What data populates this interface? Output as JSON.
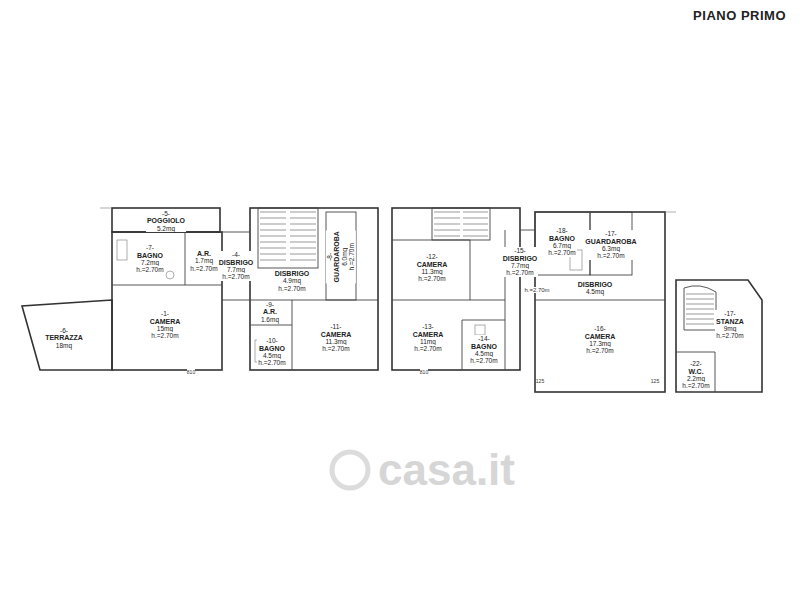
{
  "diagram": {
    "title": "PIANO PRIMO",
    "nodes": [
      {
        "text": [
          "-5-",
          "POGGIOLO",
          "5.2mq"
        ]
      },
      {
        "text": [
          "-6-",
          "TERRAZZA",
          "18mq"
        ]
      },
      {
        "text": [
          "-7-",
          "BAGNO",
          "7.2mq",
          "h.=2.70m"
        ]
      },
      {
        "text": [
          "A.R.",
          "1.7mq",
          "h.=2.70m"
        ]
      },
      {
        "text": [
          "-1-",
          "CAMERA",
          "15mq",
          "h.=2.70m"
        ]
      },
      {
        "text": [
          "-4-",
          "DISBRIGO",
          "7.7mq",
          "h.=2.70m"
        ]
      },
      {
        "text": [
          "DISBRIGO",
          "4.9mq",
          "h.=2.70m"
        ]
      },
      {
        "text": [
          "-8-",
          "GUARDAROBA",
          "6.0mq",
          "h.=2.70m"
        ]
      },
      {
        "text": [
          "-9-",
          "A.R.",
          "1.6mq"
        ]
      },
      {
        "text": [
          "-10-",
          "BAGNO",
          "4.5mq",
          "h.=2.70m"
        ]
      },
      {
        "text": [
          "-11-",
          "CAMERA",
          "11.3mq",
          "h.=2.70m"
        ]
      },
      {
        "text": [
          "-12-",
          "CAMERA",
          "11.3mq",
          "h.=2.70m"
        ]
      },
      {
        "text": [
          "-15-",
          "DISBRIGO",
          "7.7mq",
          "h.=2.70m"
        ]
      },
      {
        "text": [
          "-13-",
          "CAMERA",
          "11mq",
          "h.=2.70m"
        ]
      },
      {
        "text": [
          "-14-",
          "BAGNO",
          "4.5mq",
          "h.=2.70m"
        ]
      },
      {
        "text": [
          "-18-",
          "BAGNO",
          "6.7mq",
          "h.=2.70m"
        ]
      },
      {
        "text": [
          "-17-",
          "GUARDAROBA",
          "6.3mq",
          "h.=2.70m"
        ]
      },
      {
        "text": [
          "DISBRIGO",
          "4.5mq"
        ]
      },
      {
        "text": [
          "-16-",
          "CAMERA",
          "17.3mq",
          "h.=2.70m"
        ]
      },
      {
        "text": [
          "-17-",
          "STANZA",
          "9mq",
          "h.=2.70m"
        ]
      },
      {
        "text": [
          "-22-",
          "W.C.",
          "2.2mq",
          "h.=2.70m"
        ]
      }
    ],
    "labels": [
      "h.=2.70m",
      "810",
      "810",
      "125",
      "125",
      "casa.it"
    ]
  }
}
